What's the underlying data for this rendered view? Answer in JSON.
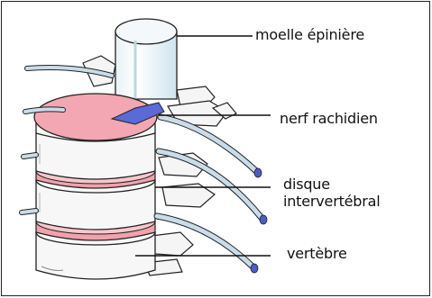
{
  "labels": {
    "spinal_cord": "moelle épinière",
    "spinal_nerve": "nerf rachidien",
    "disc_line1": "disque",
    "disc_line2": "intervertébral",
    "vertebra": "vertèbre"
  },
  "colors": {
    "bone": "#f7f7f7",
    "bone_shade": "#dfe3e6",
    "cut_surface": "#f2a7b2",
    "disc": "#f0a2ad",
    "nerve": "#c9dcea",
    "nerve_tip": "#4a5bd0",
    "outline": "#222222"
  }
}
